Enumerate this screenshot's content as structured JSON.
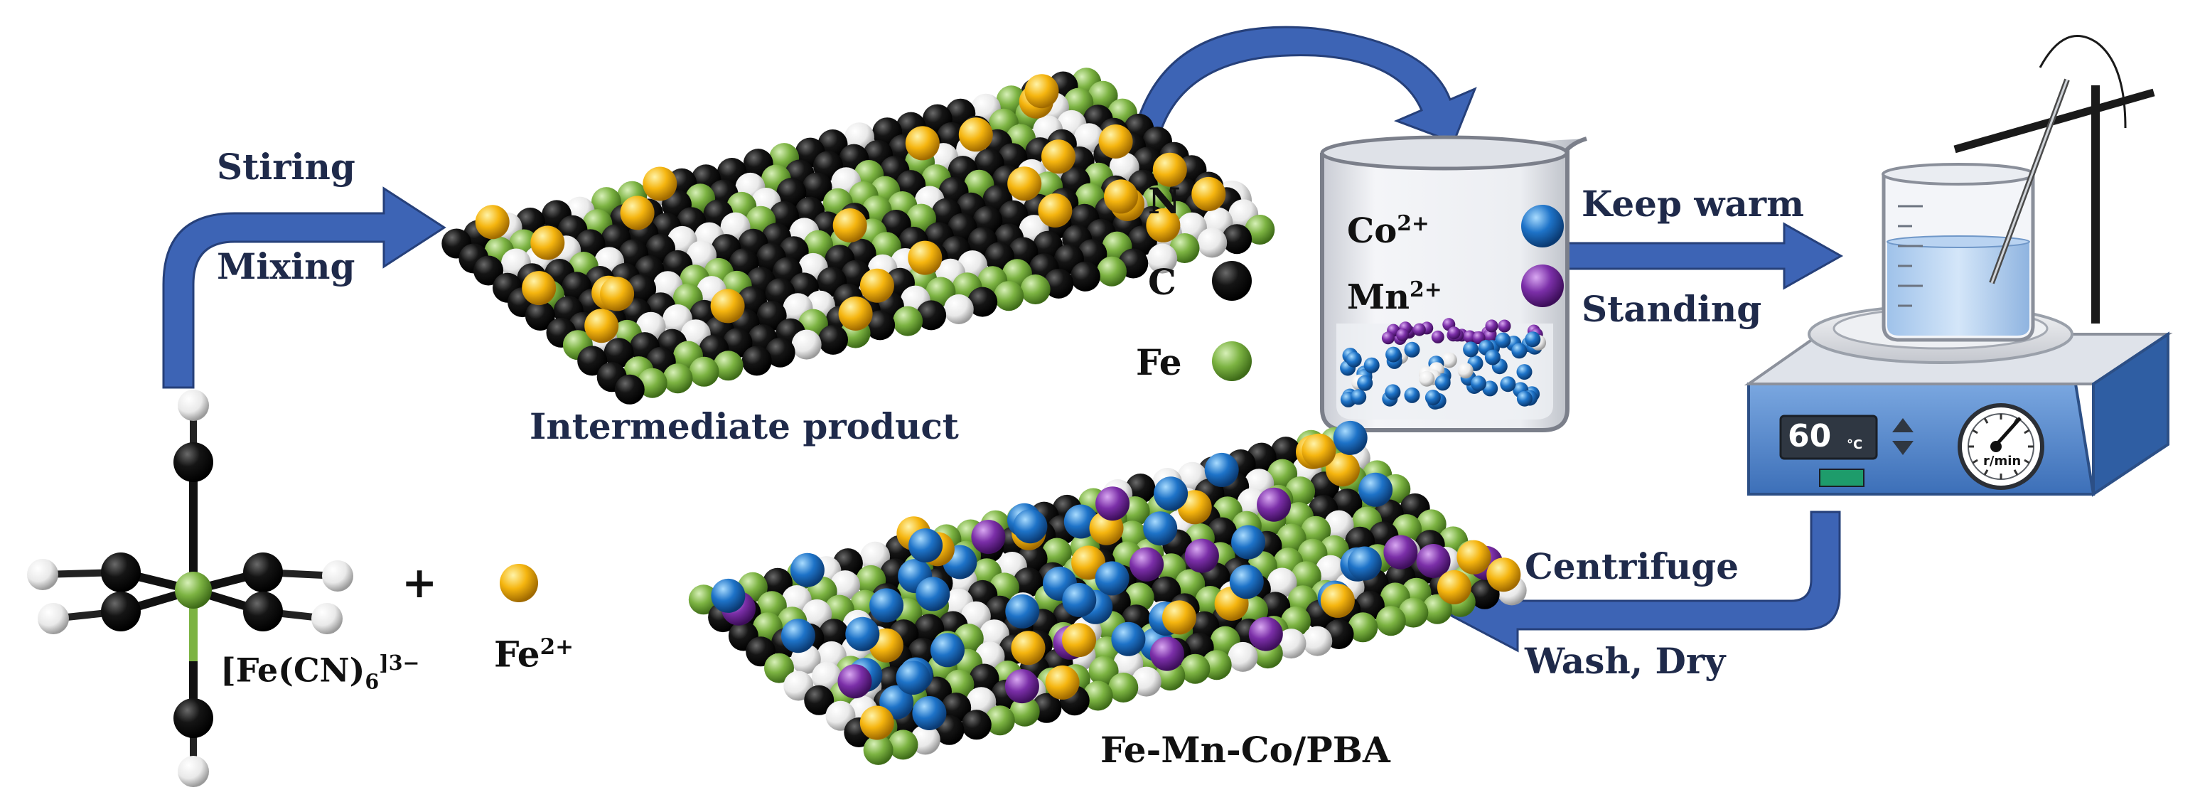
{
  "labels": {
    "stirring": "Stiring",
    "mixing": "Mixing",
    "intermediate": "Intermediate product",
    "keep_warm": "Keep warm",
    "standing": "Standing",
    "centrifuge": "Centrifuge",
    "wash_dry": "Wash, Dry",
    "final": "Fe-Mn-Co/PBA",
    "plus": "+",
    "fe2_base": "Fe",
    "fe2_charge": "2+",
    "complex_main": "[Fe(CN)",
    "complex_sub": "6",
    "complex_charge": "]3−",
    "co_base": "Co",
    "co_charge": "2+",
    "mn_base": "Mn",
    "mn_charge": "2+"
  },
  "legend": [
    {
      "label": "N",
      "color": "#f2f2f2"
    },
    {
      "label": "C",
      "color": "#111111"
    },
    {
      "label": "Fe",
      "color": "#7cb342"
    }
  ],
  "stirrer": {
    "temperature": "60",
    "temp_unit": "°C",
    "speed_unit": "r/min"
  },
  "colors": {
    "arrow": "#3d64b5",
    "text": "#1f2a4a",
    "N": "#f2f2f2",
    "C": "#111111",
    "Fe": "#7cb342",
    "Fe2": "#f5b50f",
    "Co2": "#1e73c8",
    "Mn2": "#7b2fa8"
  }
}
